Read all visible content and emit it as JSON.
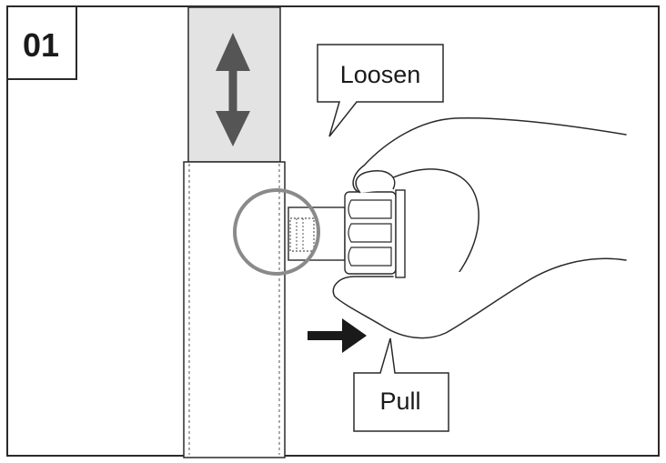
{
  "step": {
    "number": "01"
  },
  "callouts": {
    "loosen": "Loosen",
    "pull": "Pull"
  },
  "icons": {
    "adjust_arrow": "double-headed-vertical-arrow",
    "pull_arrow": "right-arrow",
    "highlight": "circle-highlight"
  },
  "colors": {
    "line": "#2a2a2a",
    "strap_upper": "#e3e3e3",
    "arrow_dark": "#555555",
    "highlight_ring": "#8a8a8a"
  }
}
